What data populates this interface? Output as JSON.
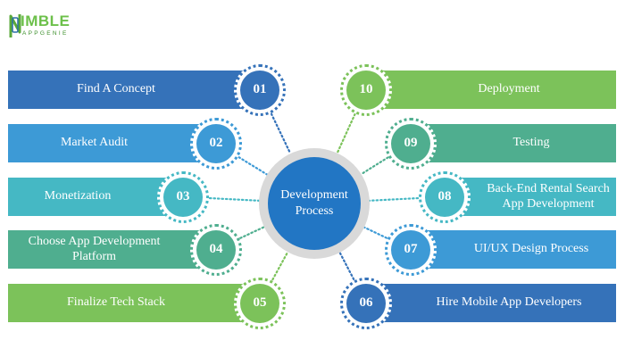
{
  "logo": {
    "word": "IMBLE",
    "sub": "APPGENIE"
  },
  "hub": {
    "line1": "Development",
    "line2": "Process"
  },
  "left_steps": [
    {
      "number": "01",
      "label": "Find A Concept",
      "color": "#3572b9"
    },
    {
      "number": "02",
      "label": "Market Audit",
      "color": "#3d9ad6"
    },
    {
      "number": "03",
      "label": "Monetization",
      "color": "#45b8c4"
    },
    {
      "number": "04",
      "label": "Choose App Development Platform",
      "color": "#4fae8f"
    },
    {
      "number": "05",
      "label": "Finalize Tech Stack",
      "color": "#7cc25a"
    }
  ],
  "right_steps": [
    {
      "number": "10",
      "label": "Deployment",
      "color": "#7cc25a"
    },
    {
      "number": "09",
      "label": "Testing",
      "color": "#4fae8f"
    },
    {
      "number": "08",
      "label": "Back-End Rental Search App Development",
      "color": "#45b8c4"
    },
    {
      "number": "07",
      "label": "UI/UX Design Process",
      "color": "#3d9ad6"
    },
    {
      "number": "06",
      "label": "Hire Mobile App Developers",
      "color": "#3572b9"
    }
  ]
}
